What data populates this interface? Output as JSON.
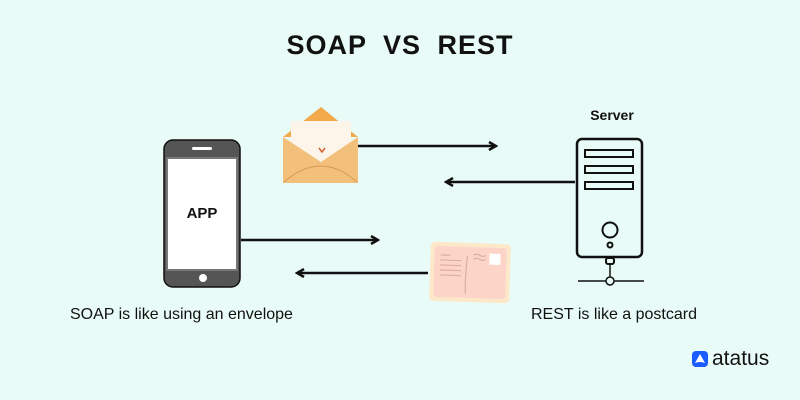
{
  "title": "SOAP VS REST",
  "app": {
    "label": "APP"
  },
  "server": {
    "label": "Server"
  },
  "captions": {
    "soap": "SOAP is like using an envelope",
    "rest": "REST is like a postcard"
  },
  "logo": {
    "text": "atatus",
    "color": "#1a5cff"
  },
  "colors": {
    "background": "#e8fbf7",
    "envelope": "#f2c07a",
    "postcard": "#fcd5c8"
  }
}
